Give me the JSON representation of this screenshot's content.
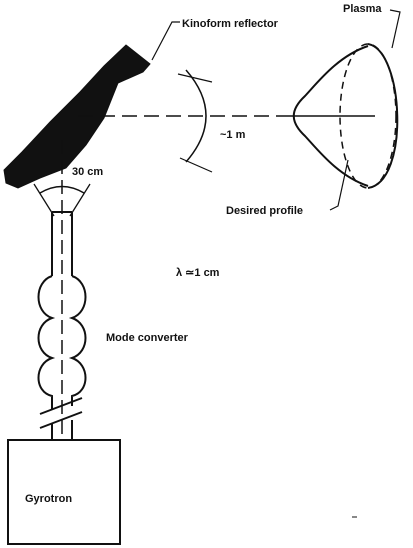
{
  "labels": {
    "kinoform_reflector": "Kinoform reflector",
    "plasma": "Plasma",
    "distance_1m": "~1 m",
    "distance_30cm": "30 cm",
    "desired_profile": "Desired profile",
    "wavelength": "λ  ≃1 cm",
    "mode_converter": "Mode converter",
    "gyrotron": "Gyrotron"
  },
  "colors": {
    "ink": "#111111",
    "background": "#ffffff"
  }
}
